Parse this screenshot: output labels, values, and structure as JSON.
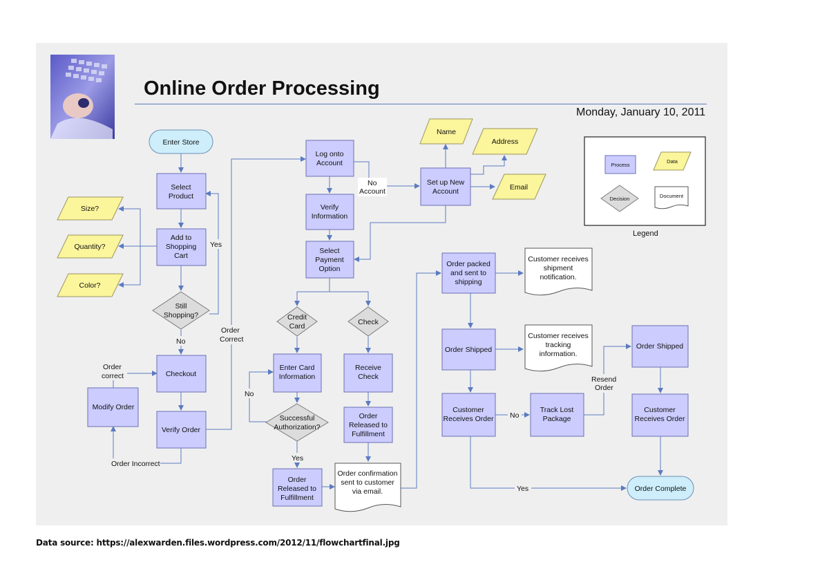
{
  "title": "Online Order Processing",
  "date": "Monday, January 10, 2011",
  "source": "Data source: https://alexwarden.files.wordpress.com/2012/11/flowchartfinal.jpg",
  "colors": {
    "process_fill": "#ccccff",
    "process_stroke": "#6a6fb0",
    "data_fill": "#fbf59b",
    "terminal_fill": "#cdeefa",
    "decision_fill": "#dcdcdc",
    "document_fill": "#ffffff",
    "arrow": "#5b7bc0",
    "board": "#efefef"
  },
  "nodes": {
    "enter_store": "Enter Store",
    "select_product": [
      "Select",
      "Product"
    ],
    "add_to_cart": [
      "Add to",
      "Shopping",
      "Cart"
    ],
    "size": "Size?",
    "quantity": "Quantity?",
    "color": "Color?",
    "still_shopping": [
      "Still",
      "Shopping?"
    ],
    "checkout": "Checkout",
    "modify_order": "Modify Order",
    "verify_order": "Verify Order",
    "log_onto_account": [
      "Log onto",
      "Account"
    ],
    "verify_information": [
      "Verify",
      "Information"
    ],
    "select_payment": [
      "Select",
      "Payment",
      "Option"
    ],
    "set_up_account": [
      "Set up New",
      "Account"
    ],
    "name": "Name",
    "address": "Address",
    "email": "Email",
    "credit_card": [
      "Credit",
      "Card"
    ],
    "check": "Check",
    "enter_card": [
      "Enter Card",
      "Information"
    ],
    "receive_check": [
      "Receive",
      "Check"
    ],
    "successful_auth": [
      "Successful",
      "Authorization?"
    ],
    "released_fulfillment_1": [
      "Order",
      "Released to",
      "Fulfillment"
    ],
    "released_fulfillment_2": [
      "Order",
      "Released to",
      "Fulfillment"
    ],
    "order_confirmation": [
      "Order confirmation",
      "sent to customer",
      "via email."
    ],
    "order_packed": [
      "Order packed",
      "and sent to",
      "shipping"
    ],
    "shipment_notification": [
      "Customer receives",
      "shipment",
      "notification."
    ],
    "order_shipped_1": "Order Shipped",
    "tracking_information": [
      "Customer receives",
      "tracking",
      "information."
    ],
    "customer_receives_1": [
      "Customer",
      "Receives Order"
    ],
    "track_lost": [
      "Track Lost",
      "Package"
    ],
    "order_shipped_2": "Order Shipped",
    "customer_receives_2": [
      "Customer",
      "Receives Order"
    ],
    "order_complete": "Order Complete"
  },
  "edge_labels": {
    "yes_still_shopping": "Yes",
    "no_still_shopping": "No",
    "order_correct_modify": [
      "Order",
      "correct"
    ],
    "order_incorrect": "Order Incorrect",
    "order_correct_verify": [
      "Order",
      "Correct"
    ],
    "no_account": [
      "No",
      "Account"
    ],
    "no_authorization": "No",
    "yes_authorization": "Yes",
    "no_received": "No",
    "resend_order": [
      "Resend",
      "Order"
    ],
    "yes_received": "Yes"
  },
  "legend": {
    "caption": "Legend",
    "process": "Process",
    "data": "Data",
    "decision": "Decision",
    "document": "Document"
  }
}
